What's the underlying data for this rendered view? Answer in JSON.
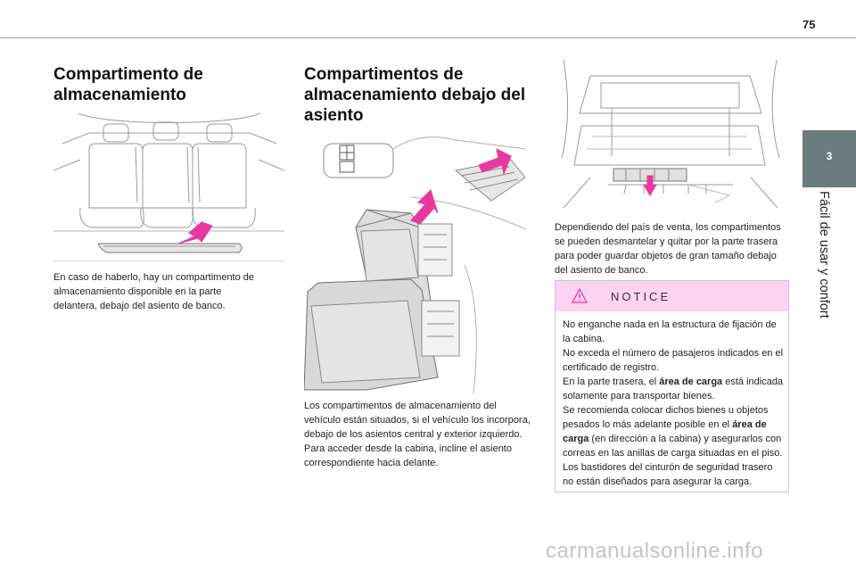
{
  "page": {
    "number": "75"
  },
  "side_tab": {
    "chapter_number": "3",
    "chapter_title": "Fácil de usar y confort"
  },
  "left_section": {
    "title": "Compartimento de almacenamiento",
    "body": "En caso de haberlo, hay un compartimento de almacenamiento disponible en la parte delantera, debajo del asiento de banco."
  },
  "middle_section": {
    "title": "Compartimentos de almacenamiento debajo del asiento",
    "body_lines": [
      "Los compartimentos de almacenamiento del vehículo están situados, si el vehículo los incorpora, debajo de los asientos central y exterior izquierdo.",
      "Para acceder desde la cabina, incline el asiento correspondiente hacia delante."
    ]
  },
  "right_section": {
    "body": "Dependiendo del país de venta, los compartimentos se pueden desmantelar y quitar por la parte trasera para poder guardar objetos de gran tamaño debajo del asiento de banco."
  },
  "notice": {
    "label": "NOTICE",
    "line1": "No enganche nada en la estructura de fijación de la cabina.",
    "line2": "No exceda el número de pasajeros indicados en el certificado de registro.",
    "line3_prefix": "En la parte trasera, el ",
    "line3_bold": "área de carga",
    "line3_suffix": " está indicada solamente para transportar bienes.",
    "line4_prefix": "Se recomienda colocar dichos bienes u objetos pesados lo más adelante posible en el ",
    "line4_bold": "área de carga",
    "line4_suffix": " (en dirección a la cabina) y asegurarlos con correas en las anillas de carga situadas en el piso.",
    "line5": "Los bastidores del cinturón de seguridad trasero no están diseñados para asegurar la carga."
  },
  "watermark": {
    "text": "carmanualsonline.info"
  },
  "colors": {
    "accent_pink": "#e8389f",
    "notice_header": "#fbd3f3",
    "tab_gray": "#6b7b80"
  }
}
